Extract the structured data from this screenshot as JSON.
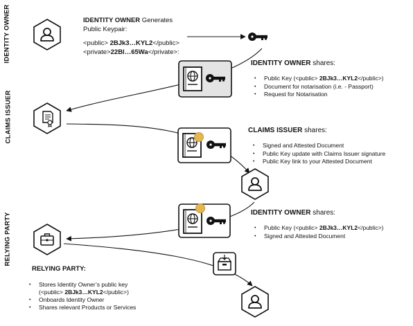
{
  "lanes": {
    "identity_owner": "IDENTITY OWNER",
    "claims_issuer": "CLAIMS ISSUER",
    "relying_party": "RELYING PARTY"
  },
  "generate": {
    "actor": "IDENTITY OWNER",
    "action": " Generates",
    "line2": "Public Keypair:",
    "pub_open": "<public> ",
    "pub_key": "2BJk3…KYL2",
    "pub_close": "</public>",
    "priv_open": "<private>",
    "priv_key": "22Bl…65Wa",
    "priv_close": "</private>:"
  },
  "step1": {
    "actor": "IDENTITY OWNER",
    "verb": " shares:",
    "items": [
      {
        "pre": "Public Key (<public> ",
        "key": "2BJk3…KYL2",
        "post": "</public>)"
      },
      {
        "pre": "Document for notarisation (i.e. - Passport)"
      },
      {
        "pre": "Request for Notarisation"
      }
    ]
  },
  "step2": {
    "actor": "CLAIMS ISSUER",
    "verb": " shares:",
    "items": [
      "Signed and Attested Document",
      "Public Key update with Claims Issuer signature",
      "Public Key link to your Attested Document"
    ]
  },
  "step3": {
    "actor": "IDENTITY OWNER",
    "verb": " shares:",
    "items": [
      {
        "pre": "Public Key (<public> ",
        "key": "2BJk3…KYL2",
        "post": "</public>)"
      },
      {
        "pre": "Signed and Attested Document"
      }
    ]
  },
  "relying": {
    "heading": "RELYING PARTY:",
    "item1_line1": "Stores Identity Owner’s public key",
    "item1_pre": "(<public> ",
    "item1_key": "2BJk3…KYL2",
    "item1_post": "</public>)",
    "item2": "Onboards Identity Owner",
    "item3": "Shares relevant Products or Services"
  },
  "colors": {
    "ink": "#111111",
    "card_fill": "#e4e4e4",
    "seal": "#e2b654"
  },
  "icons": [
    "user-icon",
    "certificate-icon",
    "briefcase-icon",
    "key-icon",
    "passport-icon",
    "seal-icon",
    "archive-box-icon"
  ]
}
